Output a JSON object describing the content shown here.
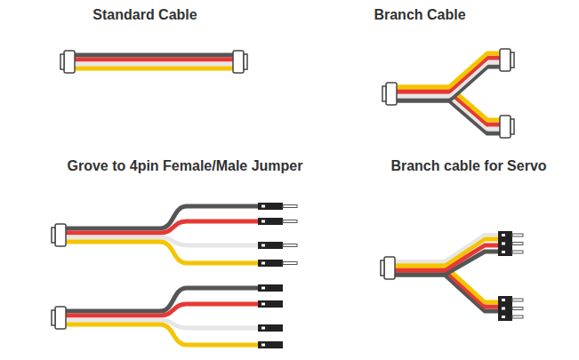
{
  "diagram": {
    "labels": [
      "Standard Cable",
      "Branch Cable",
      "Grove to 4pin Female/Male Jumper",
      "Branch cable for Servo"
    ]
  }
}
